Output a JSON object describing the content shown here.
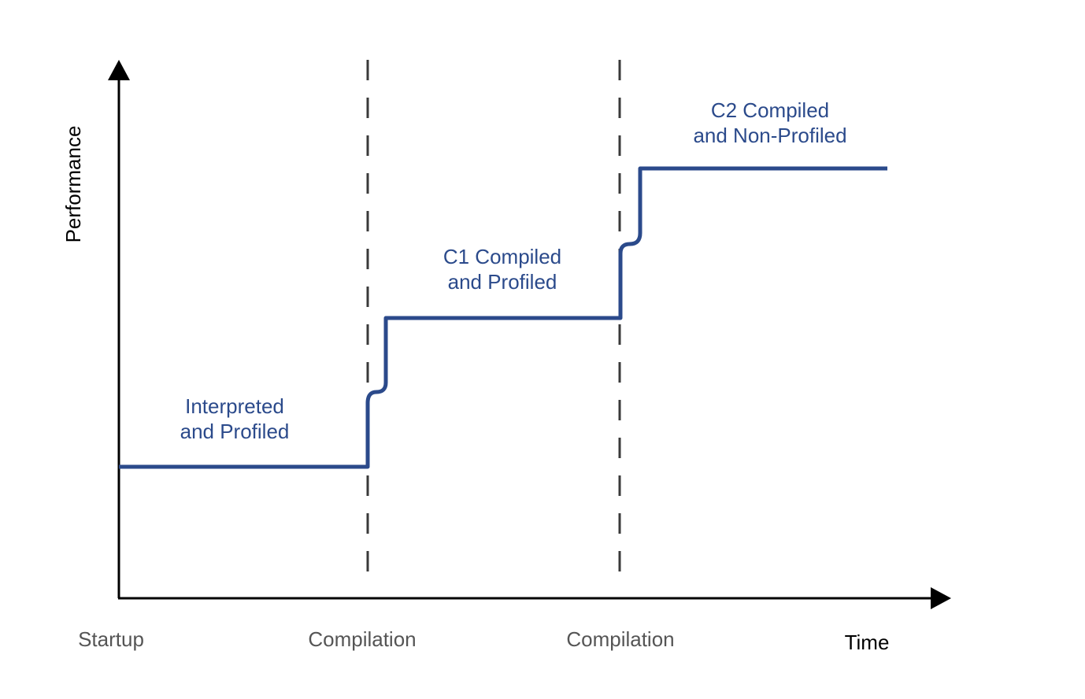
{
  "diagram": {
    "y_axis_label": "Performance",
    "x_axis_label": "Time",
    "x_markers": [
      "Startup",
      "Compilation",
      "Compilation"
    ],
    "phases": [
      {
        "line1": "Interpreted",
        "line2": "and Profiled"
      },
      {
        "line1": "C1 Compiled",
        "line2": "and Profiled"
      },
      {
        "line1": "C2 Compiled",
        "line2": "and Non-Profiled"
      }
    ],
    "colors": {
      "line": "#2b4a8b",
      "axis": "#000000",
      "marker_text": "#555555"
    }
  }
}
